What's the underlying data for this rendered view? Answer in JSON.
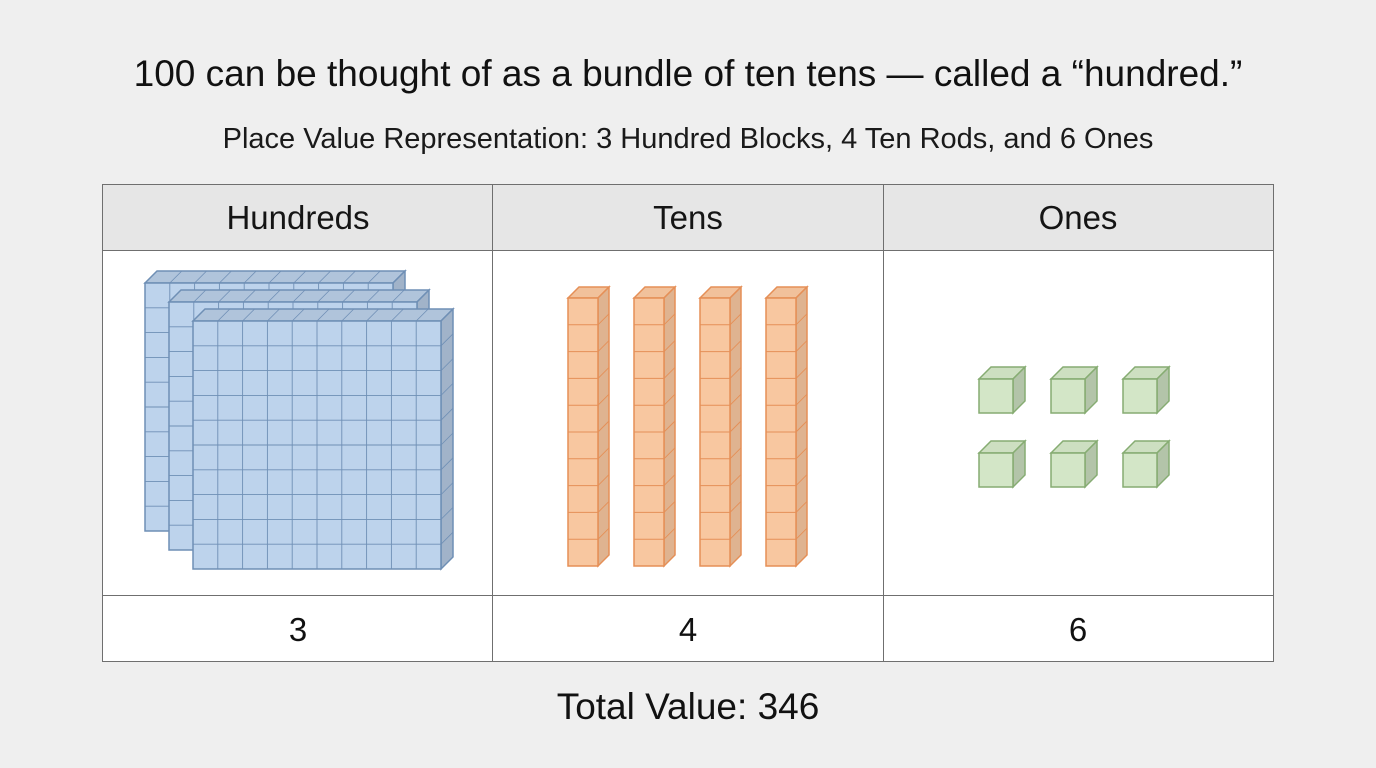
{
  "title": "100 can be thought of as a bundle of ten tens — called a “hundred.”",
  "subtitle": "Place Value Representation: 3 Hundred Blocks, 4 Ten Rods, and 6 Ones",
  "columns": [
    {
      "label": "Hundreds",
      "count": "3"
    },
    {
      "label": "Tens",
      "count": "4"
    },
    {
      "label": "Ones",
      "count": "6"
    }
  ],
  "total": "Total Value: 346",
  "colors": {
    "hundreds_fill": "#bdd3ec",
    "hundreds_stroke": "#6f8fb5",
    "tens_fill": "#f8c7a0",
    "tens_stroke": "#e58f57",
    "ones_fill": "#d3e6c7",
    "ones_stroke": "#86ac72"
  },
  "icons": {
    "hundreds": "hundred-flat-block-icon",
    "tens": "ten-rod-icon",
    "ones": "unit-cube-icon"
  }
}
